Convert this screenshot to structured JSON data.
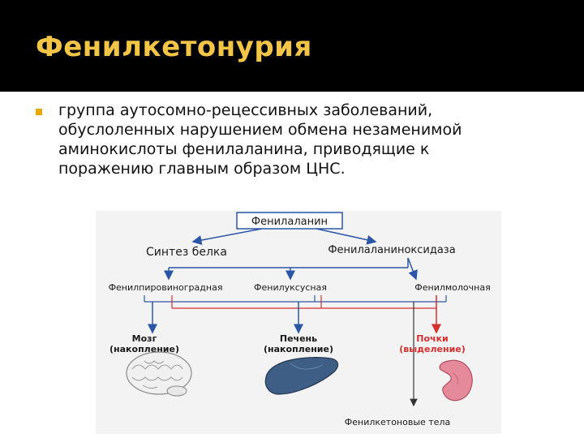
{
  "slide": {
    "title": "Фенилкетонурия",
    "bullet_text": "группа аутосомно-рецессивных заболеваний, обуслоленных нарушением обмена незаменимой аминокислоты фенилаланина, приводящие к поражению главным образом ЦНС.",
    "title_color": "#f3c547",
    "bullet_color": "#e8a800"
  },
  "diagram": {
    "root": "Фенилаланин",
    "protein_synthesis": "Синтез белка",
    "enzyme": "Фенилаланиноксидаза",
    "pyruvic": "Фенилпировиноградная",
    "acetic": "Фенилуксусная",
    "lactic": "Фенилмолочная",
    "brain_label": "Мозг",
    "brain_note": "(накопление)",
    "liver_label": "Печень",
    "liver_note": "(накопление)",
    "kidney_label": "Почки",
    "kidney_note": "(выделение)",
    "ketone_bodies": "Фенилкетоновые тела",
    "blue_color": "#2b56a8",
    "red_color": "#d42f2f"
  }
}
